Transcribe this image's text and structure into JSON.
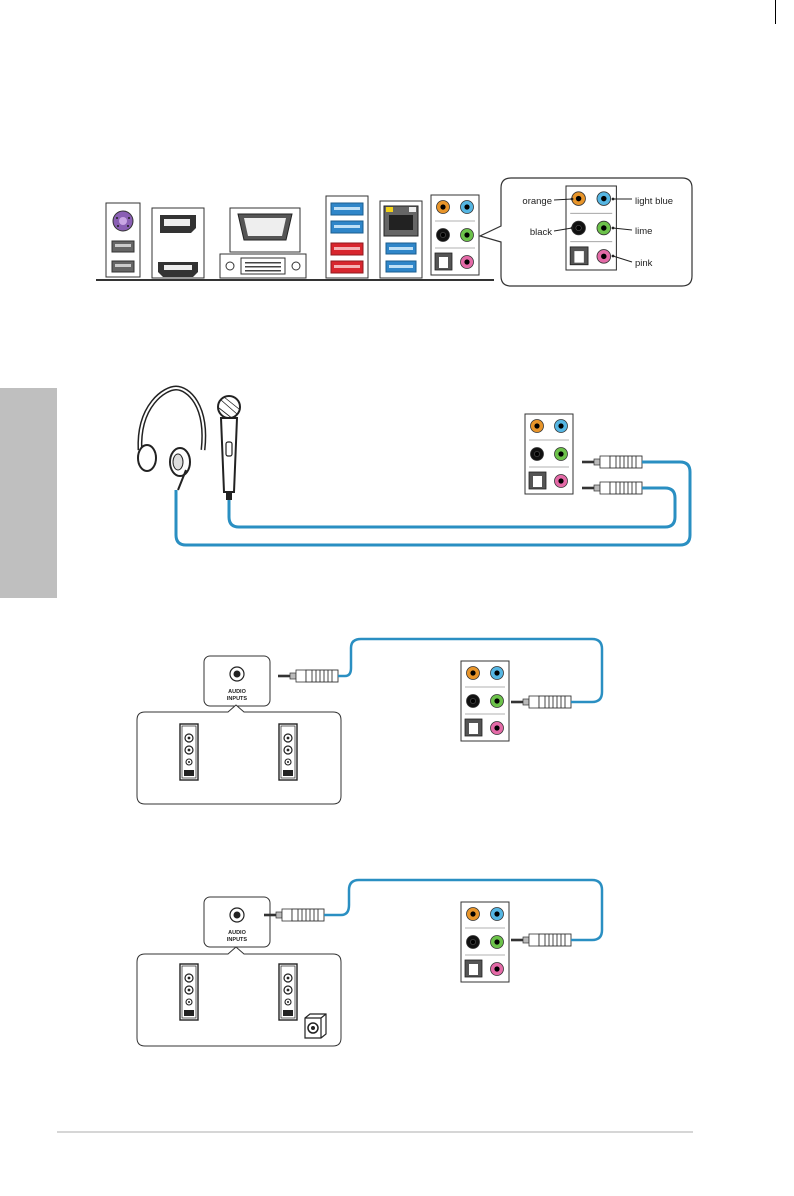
{
  "jack_legend": {
    "orange": "orange",
    "light_blue": "light blue",
    "black": "black",
    "lime": "lime",
    "pink": "pink"
  },
  "speaker_input_label": {
    "line1": "AUDIO",
    "line2": "INPUTS"
  },
  "colors": {
    "orange": "#e8952a",
    "light_blue": "#55b6e3",
    "black": "#111111",
    "lime": "#6cc24a",
    "pink": "#e46aa7",
    "cable": "#2a8fc2",
    "usb3": "#2f86c9",
    "usb_red": "#d8262e",
    "side_tab": "#bfbfbf"
  },
  "icons": [
    "ps2-port-icon",
    "usb-port-icon",
    "displayport-icon",
    "hdmi-icon",
    "vga-icon",
    "dvi-icon",
    "lan-port-icon",
    "optical-spdif-icon",
    "headphone-icon",
    "microphone-icon",
    "speaker-icon",
    "subwoofer-icon",
    "audio-plug-icon"
  ]
}
